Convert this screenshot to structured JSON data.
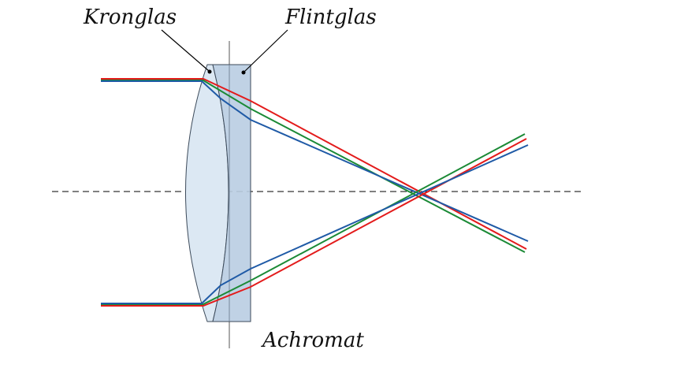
{
  "labels": {
    "crown": "Kronglas",
    "flint": "Flintglas",
    "lens": "Achromat"
  },
  "colors": {
    "background": "#ffffff",
    "crown_fill": "#dce8f3",
    "flint_fill": "#b9cde2",
    "outline": "#3c4a5a",
    "axis": "#000000",
    "red_ray": "#e31b1b",
    "green_ray": "#1b8a36",
    "blue_ray": "#1f5aa6",
    "leader": "#000000"
  }
}
